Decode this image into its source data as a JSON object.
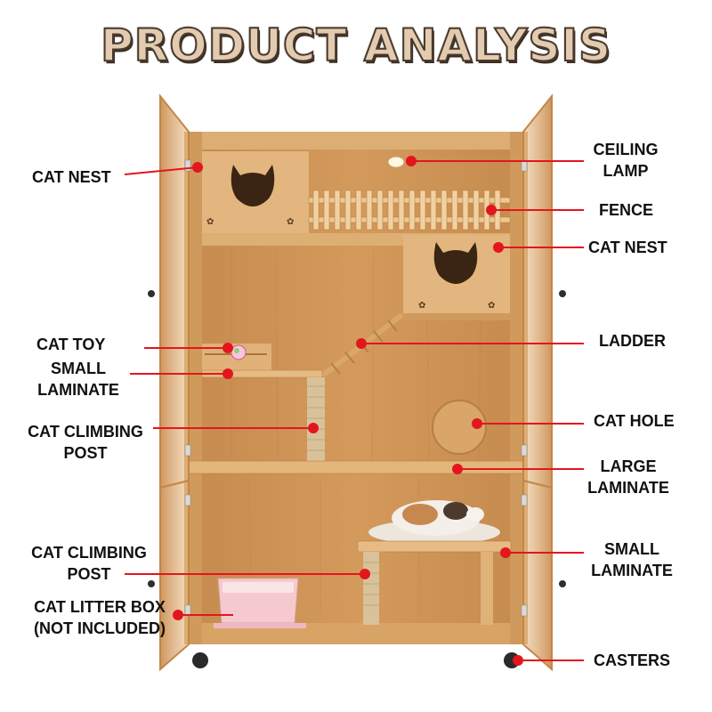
{
  "title": "PRODUCT ANALYSIS",
  "labels": {
    "cat_nest_left": "CAT NEST",
    "ceiling_lamp_1": "CEILING",
    "ceiling_lamp_2": "LAMP",
    "fence": "FENCE",
    "cat_nest_right": "CAT NEST",
    "cat_toy": "CAT TOY",
    "small_laminate_left_1": "SMALL",
    "small_laminate_left_2": "LAMINATE",
    "ladder": "LADDER",
    "cat_climbing_post_upper_1": "CAT CLIMBING",
    "cat_climbing_post_upper_2": "POST",
    "cat_hole": "CAT HOLE",
    "large_laminate_1": "LARGE",
    "large_laminate_2": "LAMINATE",
    "cat_climbing_post_lower_1": "CAT CLIMBING",
    "cat_climbing_post_lower_2": "POST",
    "small_laminate_right_1": "SMALL",
    "small_laminate_right_2": "LAMINATE",
    "cat_litter_box_1": "CAT LITTER BOX",
    "cat_litter_box_2": "(NOT INCLUDED)",
    "casters": "CASTERS"
  },
  "colors": {
    "wood": "#d6a264",
    "wood_dark": "#b77f43",
    "wood_back": "#c98f52",
    "leader_line": "#e3161d"
  }
}
